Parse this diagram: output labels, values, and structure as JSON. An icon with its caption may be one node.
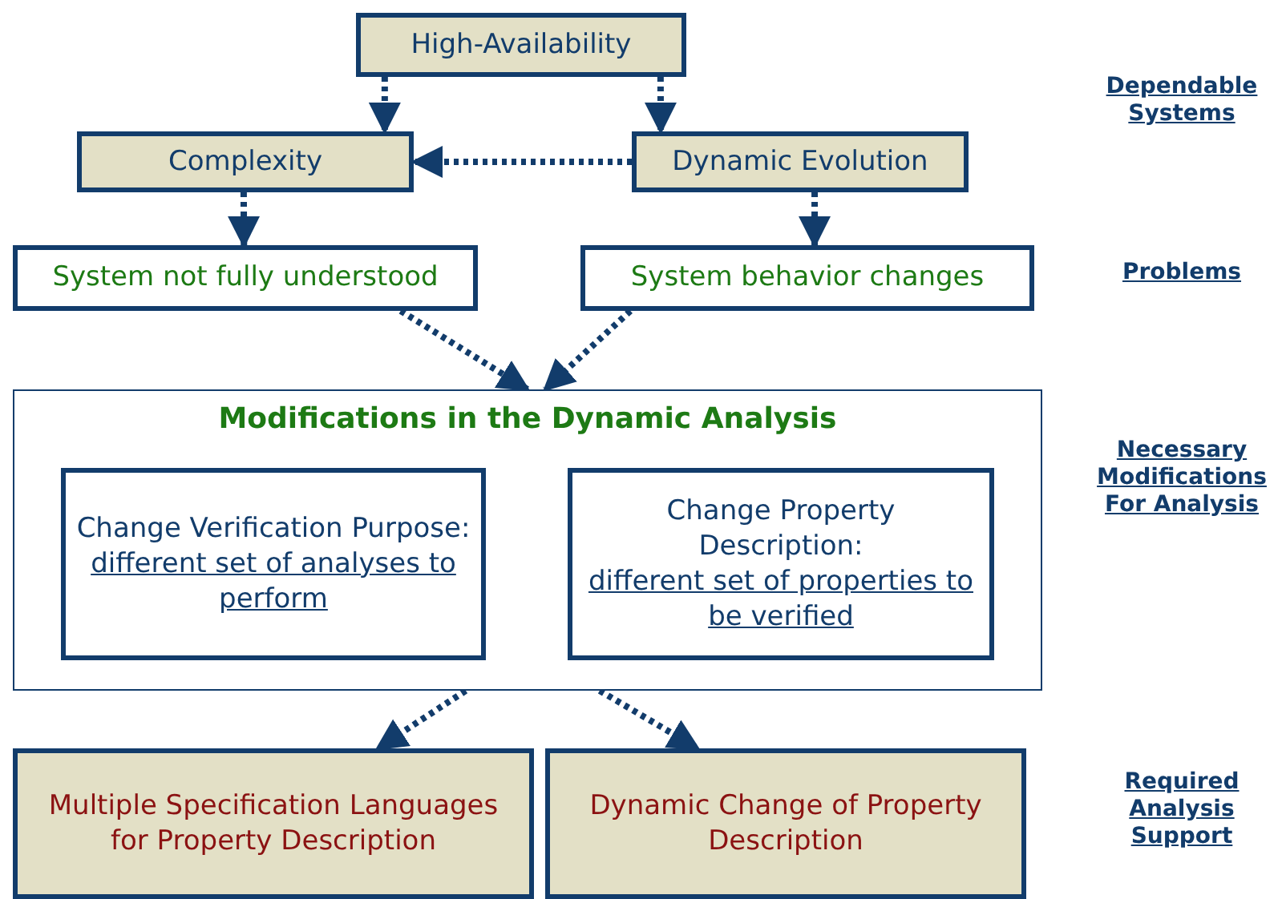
{
  "diagram": {
    "nodes": [
      {
        "text": [
          "High-Availability"
        ]
      },
      {
        "text": [
          "Complexity"
        ]
      },
      {
        "text": [
          "Dynamic Evolution"
        ]
      },
      {
        "text": [
          "System not fully understood"
        ]
      },
      {
        "text": [
          "System behavior changes"
        ]
      },
      {
        "text": [
          "Modifications in the Dynamic Analysis"
        ]
      },
      {
        "text": [
          "Change Verification Purpose:",
          "different set of analyses to perform"
        ],
        "in": 5
      },
      {
        "text": [
          "Change Property Description:",
          "different set of properties to be verified"
        ],
        "in": 5
      },
      {
        "text": [
          "Multiple Specification Languages for Property Description"
        ]
      },
      {
        "text": [
          "Dynamic Change of Property Description"
        ]
      }
    ],
    "edges": [
      {
        "from": 0,
        "to": 1,
        "arrow": "to"
      },
      {
        "from": 0,
        "to": 2,
        "arrow": "to"
      },
      {
        "from": 2,
        "to": 1,
        "arrow": "to"
      },
      {
        "from": 1,
        "to": 3,
        "arrow": "to"
      },
      {
        "from": 2,
        "to": 4,
        "arrow": "to"
      },
      {
        "from": 3,
        "to": 5,
        "arrow": "to"
      },
      {
        "from": 4,
        "to": 5,
        "arrow": "to"
      },
      {
        "from": 5,
        "to": 8,
        "arrow": "to"
      },
      {
        "from": 5,
        "to": 9,
        "arrow": "to"
      }
    ],
    "labels": [
      "Dependable Systems",
      "Problems",
      "Necessary Modifications For Analysis",
      "Required Analysis Support"
    ]
  }
}
